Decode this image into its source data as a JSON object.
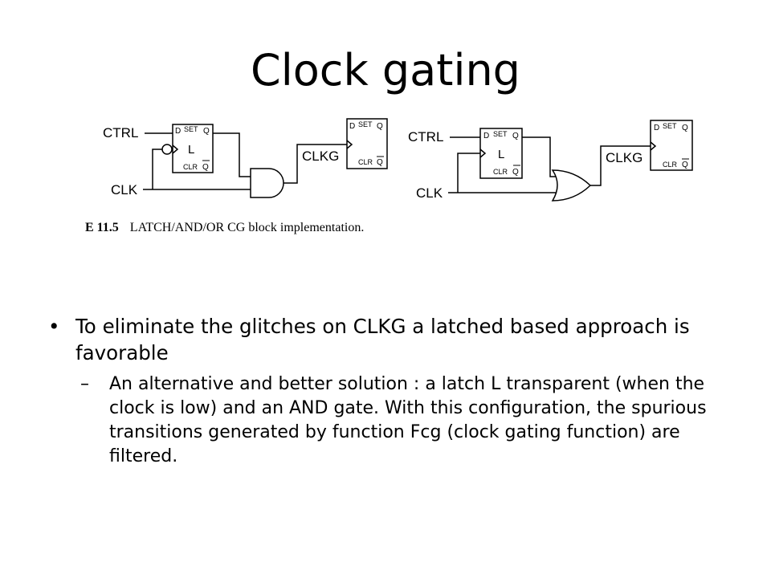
{
  "slide": {
    "title": "Clock gating",
    "caption_figure": "E 11.5",
    "caption_text": "LATCH/AND/OR CG block implementation."
  },
  "diagram_left": {
    "ctrl": "CTRL",
    "clk": "CLK",
    "clkg": "CLKG",
    "latch": {
      "d": "D",
      "set": "SET",
      "q": "Q",
      "name": "L",
      "clr": "CLR",
      "qbar": "Q"
    },
    "ff": {
      "d": "D",
      "set": "SET",
      "q": "Q",
      "clr": "CLR",
      "qbar": "Q"
    }
  },
  "diagram_right": {
    "ctrl": "CTRL",
    "clk": "CLK",
    "clkg": "CLKG",
    "latch": {
      "d": "D",
      "set": "SET",
      "q": "Q",
      "name": "L",
      "clr": "CLR",
      "qbar": "Q"
    },
    "ff": {
      "d": "D",
      "set": "SET",
      "q": "Q",
      "clr": "CLR",
      "qbar": "Q"
    }
  },
  "bullets": [
    {
      "text": "To eliminate the glitches on CLKG a latched based approach is favorable",
      "sub": [
        {
          "text": "An alternative and better solution : a latch L transparent (when the clock is low) and an AND gate. With this configuration, the spurious transitions generated by function Fcg (clock gating function) are filtered."
        }
      ]
    }
  ],
  "symbols": {
    "bullet": "•",
    "dash": "–"
  }
}
